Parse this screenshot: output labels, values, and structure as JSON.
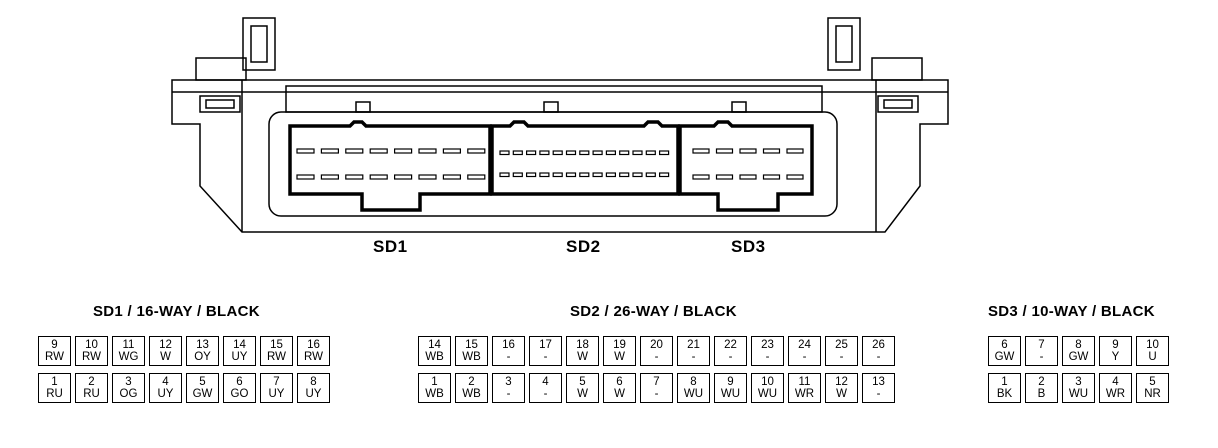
{
  "connector_labels": [
    "SD1",
    "SD2",
    "SD3"
  ],
  "tables": [
    {
      "title": "SD1 / 16-WAY / BLACK",
      "top_row": [
        {
          "pin": "9",
          "color": "RW"
        },
        {
          "pin": "10",
          "color": "RW"
        },
        {
          "pin": "11",
          "color": "WG"
        },
        {
          "pin": "12",
          "color": "W"
        },
        {
          "pin": "13",
          "color": "OY"
        },
        {
          "pin": "14",
          "color": "UY"
        },
        {
          "pin": "15",
          "color": "RW"
        },
        {
          "pin": "16",
          "color": "RW"
        }
      ],
      "bottom_row": [
        {
          "pin": "1",
          "color": "RU"
        },
        {
          "pin": "2",
          "color": "RU"
        },
        {
          "pin": "3",
          "color": "OG"
        },
        {
          "pin": "4",
          "color": "UY"
        },
        {
          "pin": "5",
          "color": "GW"
        },
        {
          "pin": "6",
          "color": "GO"
        },
        {
          "pin": "7",
          "color": "UY"
        },
        {
          "pin": "8",
          "color": "UY"
        }
      ]
    },
    {
      "title": "SD2 / 26-WAY / BLACK",
      "top_row": [
        {
          "pin": "14",
          "color": "WB"
        },
        {
          "pin": "15",
          "color": "WB"
        },
        {
          "pin": "16",
          "color": "-"
        },
        {
          "pin": "17",
          "color": "-"
        },
        {
          "pin": "18",
          "color": "W"
        },
        {
          "pin": "19",
          "color": "W"
        },
        {
          "pin": "20",
          "color": "-"
        },
        {
          "pin": "21",
          "color": "-"
        },
        {
          "pin": "22",
          "color": "-"
        },
        {
          "pin": "23",
          "color": "-"
        },
        {
          "pin": "24",
          "color": "-"
        },
        {
          "pin": "25",
          "color": "-"
        },
        {
          "pin": "26",
          "color": "-"
        }
      ],
      "bottom_row": [
        {
          "pin": "1",
          "color": "WB"
        },
        {
          "pin": "2",
          "color": "WB"
        },
        {
          "pin": "3",
          "color": "-"
        },
        {
          "pin": "4",
          "color": "-"
        },
        {
          "pin": "5",
          "color": "W"
        },
        {
          "pin": "6",
          "color": "W"
        },
        {
          "pin": "7",
          "color": "-"
        },
        {
          "pin": "8",
          "color": "WU"
        },
        {
          "pin": "9",
          "color": "WU"
        },
        {
          "pin": "10",
          "color": "WU"
        },
        {
          "pin": "11",
          "color": "WR"
        },
        {
          "pin": "12",
          "color": "W"
        },
        {
          "pin": "13",
          "color": "-"
        }
      ]
    },
    {
      "title": "SD3 / 10-WAY / BLACK",
      "top_row": [
        {
          "pin": "6",
          "color": "GW"
        },
        {
          "pin": "7",
          "color": "-"
        },
        {
          "pin": "8",
          "color": "GW"
        },
        {
          "pin": "9",
          "color": "Y"
        },
        {
          "pin": "10",
          "color": "U"
        }
      ],
      "bottom_row": [
        {
          "pin": "1",
          "color": "BK"
        },
        {
          "pin": "2",
          "color": "B"
        },
        {
          "pin": "3",
          "color": "WU"
        },
        {
          "pin": "4",
          "color": "WR"
        },
        {
          "pin": "5",
          "color": "NR"
        }
      ]
    }
  ]
}
